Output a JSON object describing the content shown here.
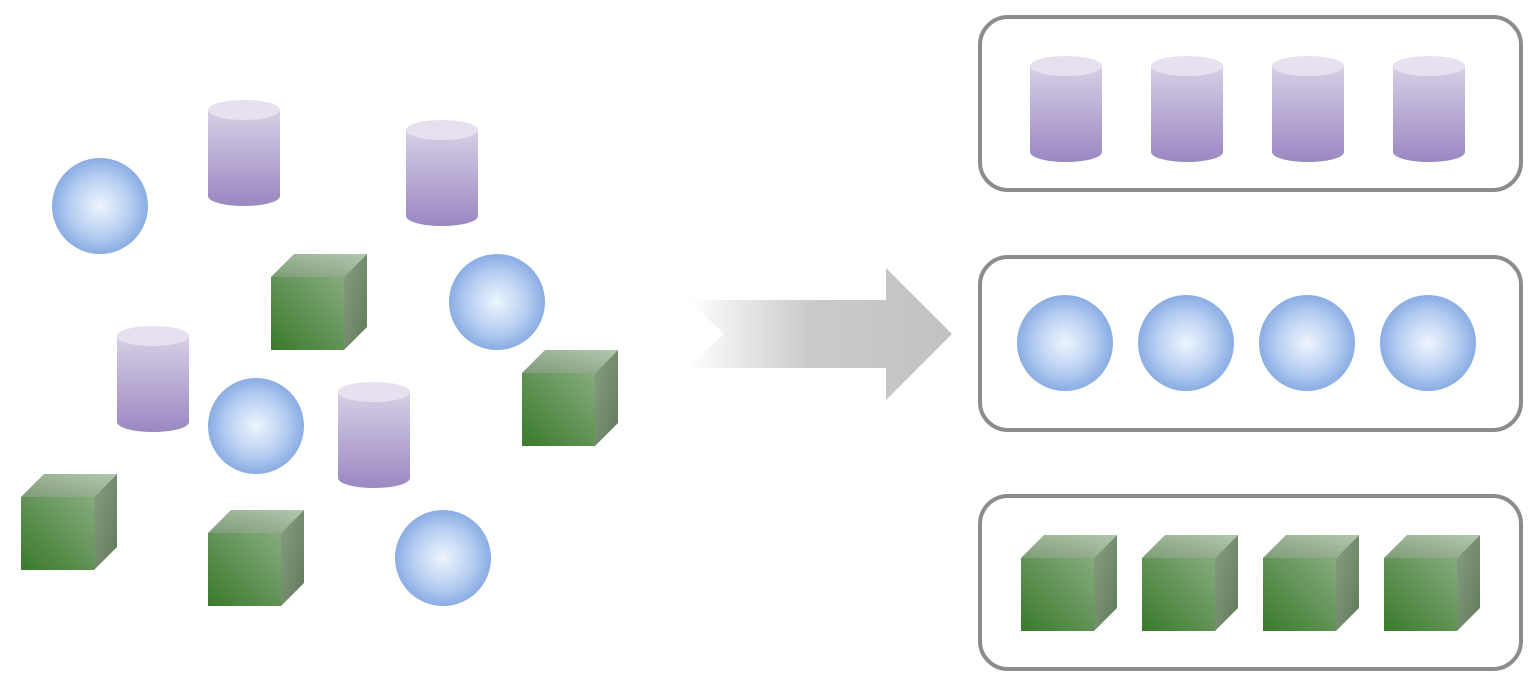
{
  "diagram": {
    "type": "sorting-illustration",
    "shape_kinds": [
      "cylinder",
      "sphere",
      "cube"
    ],
    "colors": {
      "cylinder_top": "#e6e0ef",
      "cylinder_body_light": "#d8cfe6",
      "cylinder_body_dark": "#9a88c2",
      "sphere_center": "#eef5fd",
      "sphere_edge": "#7ea4e0",
      "cube_front_light": "#7fa876",
      "cube_front_dark": "#3a7a2c",
      "cube_top": "#9db497",
      "cube_side": "#6f8a68",
      "arrow": "#c2c2c2",
      "group_border": "#8c8c8c"
    },
    "unsorted": {
      "cylinder_count": 4,
      "sphere_count": 4,
      "cube_count": 4
    },
    "sorted_groups": [
      {
        "shape": "cylinder",
        "count": 4
      },
      {
        "shape": "sphere",
        "count": 4
      },
      {
        "shape": "cube",
        "count": 4
      }
    ]
  }
}
